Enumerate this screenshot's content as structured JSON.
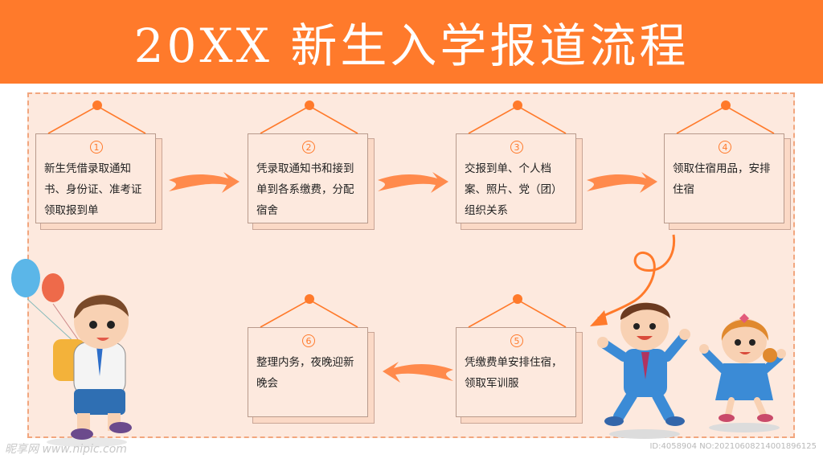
{
  "title": "20XX 新生入学报道流程",
  "steps": [
    {
      "num": "1",
      "text": "新生凭借录取通知书、身份证、准考证领取报到单"
    },
    {
      "num": "2",
      "text": "凭录取通知书和接到单到各系缴费，分配宿舍"
    },
    {
      "num": "3",
      "text": "交报到单、个人档案、照片、党（团）组织关系"
    },
    {
      "num": "4",
      "text": "领取住宿用品，安排住宿"
    },
    {
      "num": "5",
      "text": "凭缴费单安排住宿，领取军训服"
    },
    {
      "num": "6",
      "text": "整理内务，夜晚迎新晚会"
    }
  ],
  "watermark": {
    "site": "昵享网 www.nipic.com",
    "id": "ID:4058904 NO:20210608214001896125"
  },
  "colors": {
    "accent": "#ff7a2b",
    "panel": "#fde9de",
    "card_border": "#b89a8c"
  }
}
